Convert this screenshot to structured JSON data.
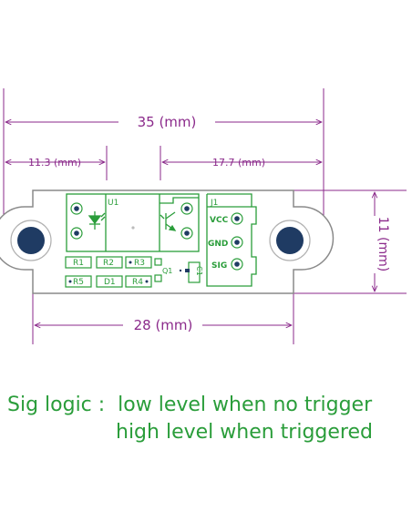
{
  "dimensions": {
    "total_width": "35 (mm)",
    "left_offset": "11.3 (mm)",
    "right_offset": "17.7 (mm)",
    "hole_spacing": "28 (mm)",
    "height": "11 (mm)"
  },
  "pcb": {
    "u1_label": "U1",
    "j1_label": "J1",
    "pins": [
      "VCC",
      "GND",
      "SIG"
    ],
    "components": [
      "R1",
      "R2",
      "R3",
      "R5",
      "D1",
      "R4",
      "Q1",
      "C1"
    ]
  },
  "caption": {
    "line1": "Sig logic :  low level when no trigger",
    "line2": "high level when triggered"
  },
  "colors": {
    "dimension": "#8b2a8b",
    "silkscreen": "#2a9d3a",
    "hole": "#1f3b63",
    "caption": "#2a9d3a"
  }
}
